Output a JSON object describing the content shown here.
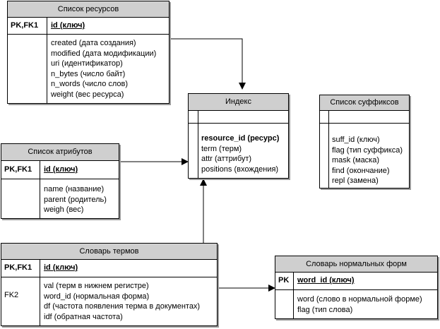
{
  "resources": {
    "title": "Список ресурсов",
    "key_label": "PK,FK1",
    "key": "id (ключ)",
    "attributes": [
      "created (дата создания)",
      "modified (дата модификации)",
      "uri (идентификатор)",
      "n_bytes (число байт)",
      "n_words (число слов)",
      "weight (вес ресурса)"
    ]
  },
  "index": {
    "title": "Индекс",
    "attributes": [
      "resource_id (ресурс)",
      "term (терм)",
      "attr (аттрибут)",
      "positions (вхождения)"
    ]
  },
  "suffixes": {
    "title": "Список суффиксов",
    "attributes": [
      "suff_id (ключ)",
      "flag (тип суффикса)",
      "mask (маска)",
      "find (окончание)",
      "repl (замена)"
    ]
  },
  "attributes_list": {
    "title": "Список атрибутов",
    "key_label": "PK,FK1",
    "key": "id (ключ)",
    "attributes": [
      "name (название)",
      "parent (родитель)",
      "weigh (вес)"
    ]
  },
  "terms": {
    "title": "Словарь термов",
    "key_label": "PK,FK1",
    "key": "id (ключ)",
    "fk_label": "FK2",
    "attributes": [
      "val (терм в нижнем регистре)",
      "word_id (нормальная форма)",
      "df (частота появления терма в документах)",
      "idf (обратная частота)"
    ]
  },
  "normal_forms": {
    "title": "Словарь нормальных форм",
    "key_label": "PK",
    "key": "word_id (ключ)",
    "attributes": [
      "word (слово в нормальной форме)",
      "flag (тип слова)"
    ]
  }
}
